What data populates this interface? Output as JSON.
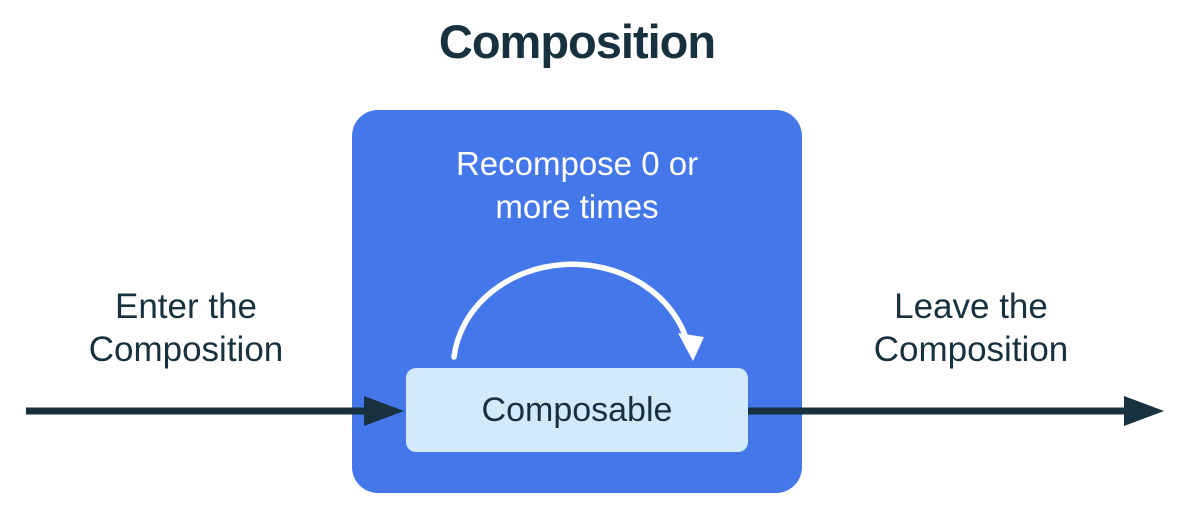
{
  "diagram": {
    "title": "Composition",
    "enter_label": {
      "line1": "Enter the",
      "line2": "Composition"
    },
    "leave_label": {
      "line1": "Leave the",
      "line2": "Composition"
    },
    "composition_box": {
      "recompose_label": {
        "line1": "Recompose 0 or",
        "line2": "more times"
      },
      "composable_label": "Composable"
    }
  },
  "colors": {
    "background": "#FFFFFF",
    "box-blue": "#4377EA",
    "composable-bg": "#D2EAFC",
    "ink-dark": "#17313F",
    "arc-white": "#FFFFFF"
  }
}
